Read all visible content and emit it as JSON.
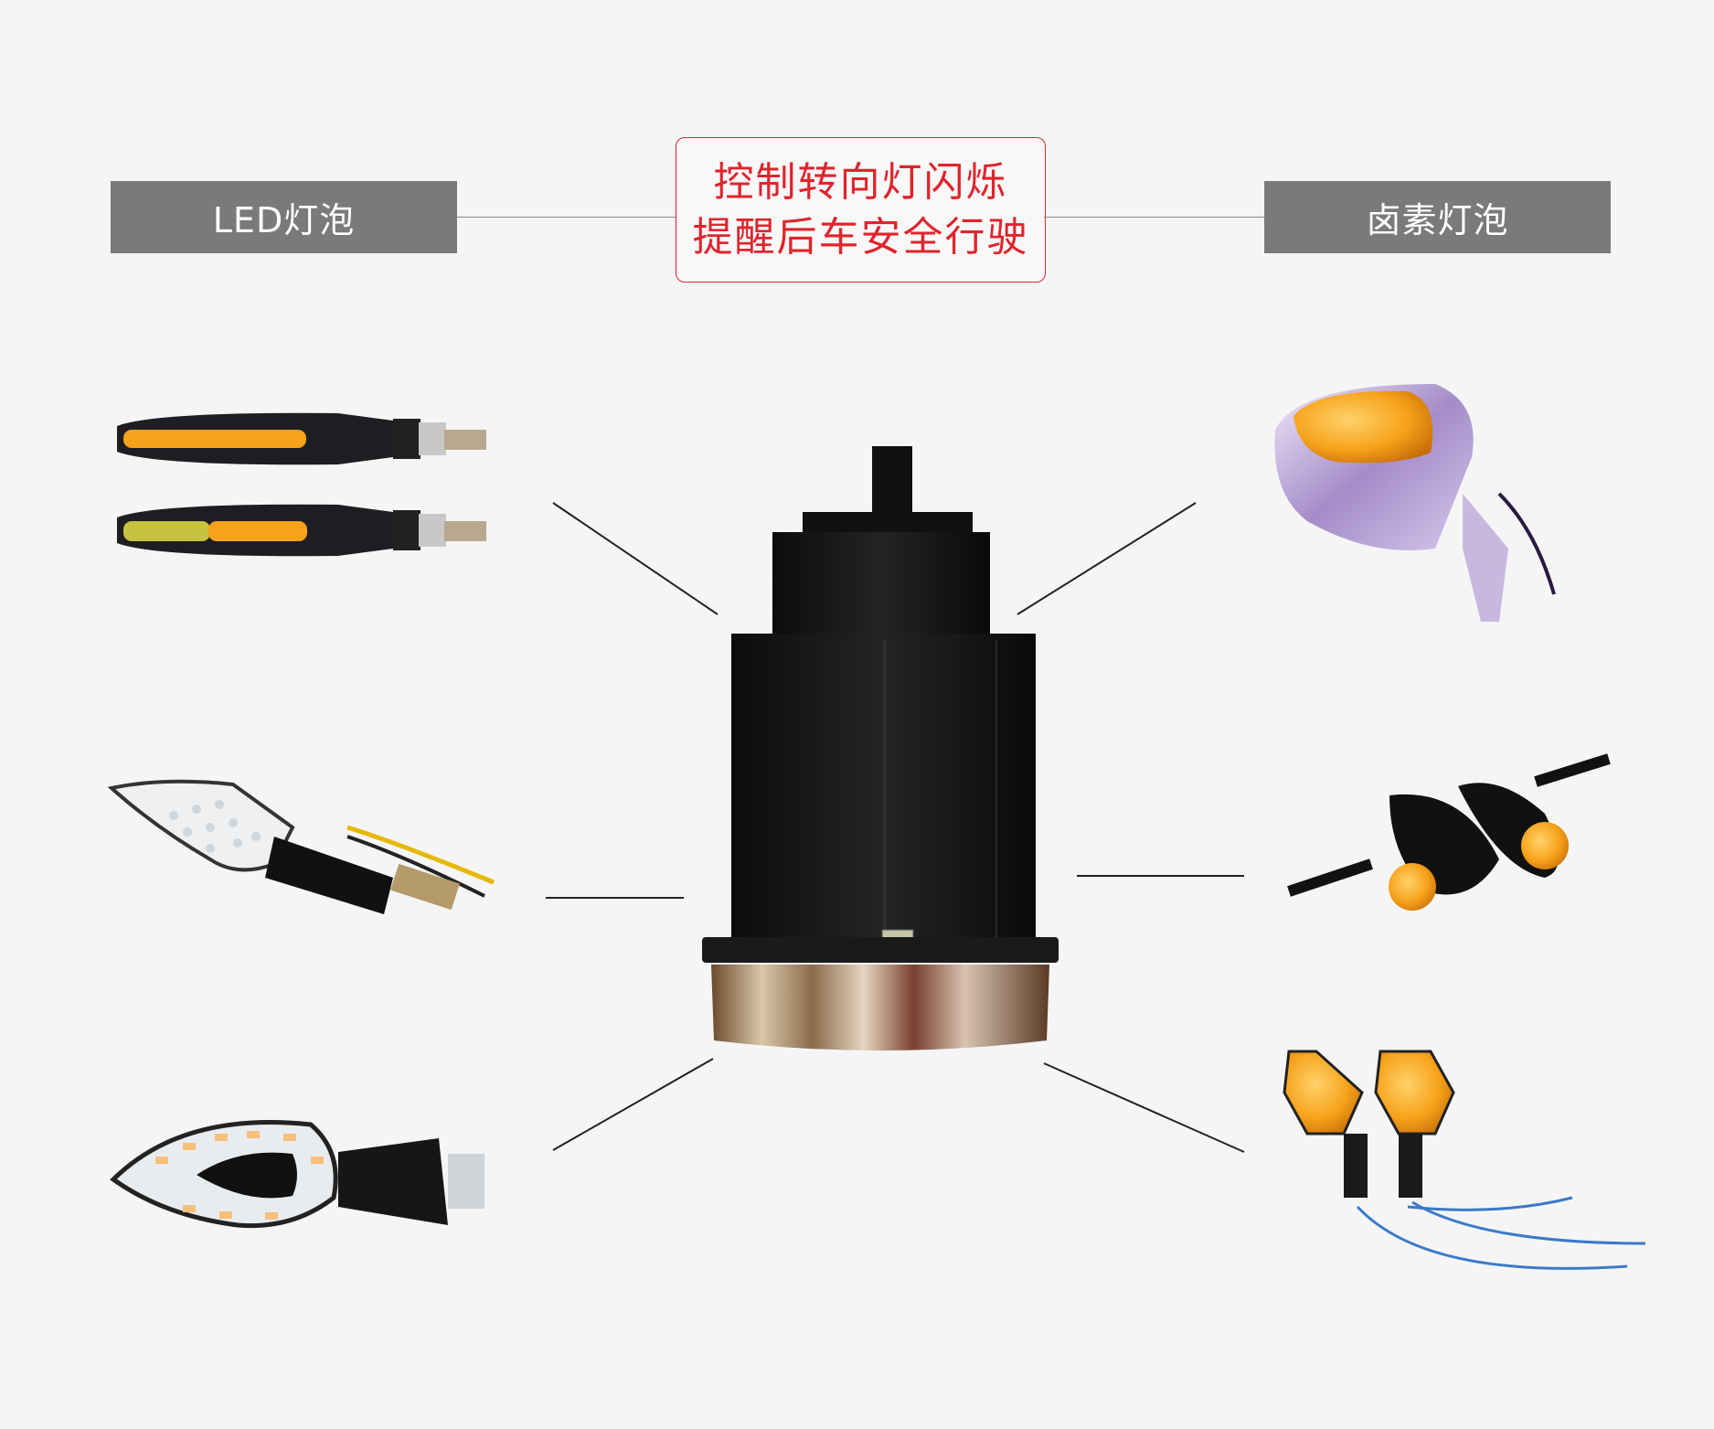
{
  "labels": {
    "left": "LED灯泡",
    "right": "卤素灯泡"
  },
  "title": {
    "line1": "控制转向灯闪烁",
    "line2": "提醒后车安全行驶"
  },
  "colors": {
    "accent_red": "#e0242c",
    "label_gray": "#7a7a7b",
    "background": "#f5f5f6",
    "amber": "#f6a21a"
  },
  "center_product": "flasher-relay",
  "products": {
    "left": [
      "led-strip-indicator",
      "led-arrow-indicator",
      "led-ring-indicator"
    ],
    "right": [
      "mirror-halogen-indicator",
      "bullet-halogen-indicator-pair",
      "halogen-diamond-indicator-pair"
    ]
  }
}
